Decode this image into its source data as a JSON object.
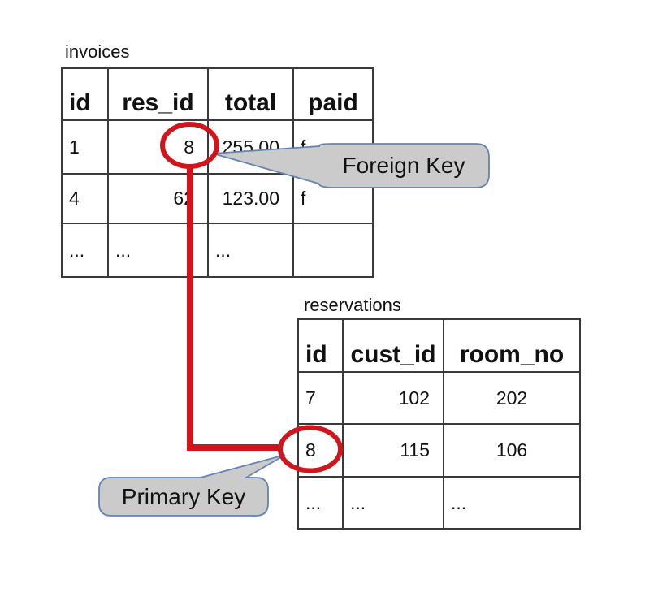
{
  "tables": {
    "invoices": {
      "title": "invoices",
      "columns": [
        "id",
        "res_id",
        "total",
        "paid"
      ],
      "rows": [
        [
          "1",
          "8",
          "255.00",
          "f"
        ],
        [
          "4",
          "62",
          "123.00",
          "f"
        ],
        [
          "...",
          "...",
          "...",
          ""
        ]
      ]
    },
    "reservations": {
      "title": "reservations",
      "columns": [
        "id",
        "cust_id",
        "room_no"
      ],
      "rows": [
        [
          "7",
          "102",
          "202"
        ],
        [
          "8",
          "115",
          "106"
        ],
        [
          "...",
          "...",
          "..."
        ]
      ]
    }
  },
  "callouts": {
    "foreign_key": {
      "label": "Foreign Key"
    },
    "primary_key": {
      "label": "Primary Key"
    }
  },
  "colors": {
    "highlight_red": "#cf161c",
    "callout_fill": "#cbcbcb",
    "callout_border": "#6484b4",
    "none": "none"
  }
}
